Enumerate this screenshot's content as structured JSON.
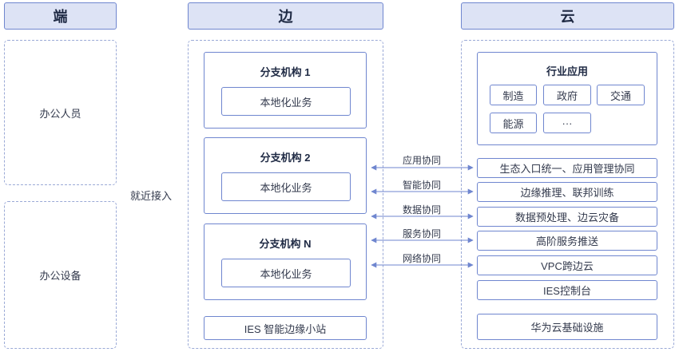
{
  "columns": {
    "end": "端",
    "edge": "边",
    "cloud": "云"
  },
  "end_items": [
    "办公人员",
    "办公设备"
  ],
  "access_label": "就近接入",
  "branches": [
    {
      "title": "分支机构 1",
      "service": "本地化业务"
    },
    {
      "title": "分支机构 2",
      "service": "本地化业务"
    },
    {
      "title": "分支机构 N",
      "service": "本地化业务"
    }
  ],
  "ies_station": "IES 智能边缘小站",
  "industry": {
    "title": "行业应用",
    "items": [
      "制造",
      "政府",
      "交通",
      "能源",
      "···"
    ]
  },
  "collaboration": [
    {
      "label": "应用协同",
      "target": "生态入口统一、应用管理协同"
    },
    {
      "label": "智能协同",
      "target": "边缘推理、联邦训练"
    },
    {
      "label": "数据协同",
      "target": "数据预处理、边云灾备"
    },
    {
      "label": "服务协同",
      "target": "高阶服务推送"
    },
    {
      "label": "网络协同",
      "target": "VPC跨边云"
    }
  ],
  "ies_console": "IES控制台",
  "infrastructure": "华为云基础设施",
  "colors": {
    "border": "#6f86cf",
    "header_bg": "#dde3f5",
    "dashed": "#9aa9d6",
    "text": "#333a4d"
  }
}
